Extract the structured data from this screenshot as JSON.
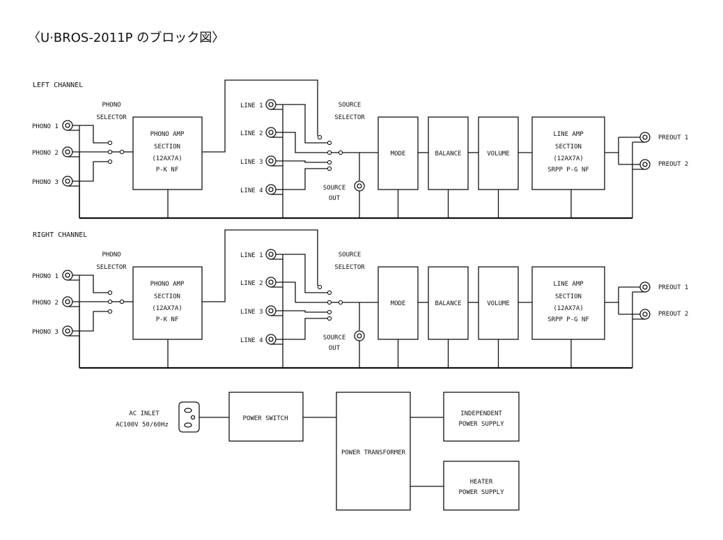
{
  "title": "〈U·BROS-2011P のブロック図〉",
  "left_channel": {
    "label": "LEFT CHANNEL",
    "phono_inputs": [
      "PHONO 1",
      "PHONO 2",
      "PHONO 3"
    ],
    "phono_selector": [
      "PHONO",
      "SELECTOR"
    ],
    "phono_amp": [
      "PHONO AMP",
      "SECTION",
      "(12AX7A)",
      "P-K NF"
    ],
    "line_inputs": [
      "LINE 1",
      "LINE 2",
      "LINE 3",
      "LINE 4"
    ],
    "source_selector": [
      "SOURCE",
      "SELECTOR"
    ],
    "source_out": [
      "SOURCE",
      "OUT"
    ],
    "mode": "MODE",
    "balance": "BALANCE",
    "volume": "VOLUME",
    "line_amp": [
      "LINE AMP",
      "SECTION",
      "(12AX7A)",
      "SRPP P-G NF"
    ],
    "preouts": [
      "PREOUT 1",
      "PREOUT 2"
    ]
  },
  "right_channel": {
    "label": "RIGHT CHANNEL",
    "phono_inputs": [
      "PHONO 1",
      "PHONO 2",
      "PHONO 3"
    ],
    "phono_selector": [
      "PHONO",
      "SELECTOR"
    ],
    "phono_amp": [
      "PHONO AMP",
      "SECTION",
      "(12AX7A)",
      "P-K NF"
    ],
    "line_inputs": [
      "LINE 1",
      "LINE 2",
      "LINE 3",
      "LINE 4"
    ],
    "source_selector": [
      "SOURCE",
      "SELECTOR"
    ],
    "source_out": [
      "SOURCE",
      "OUT"
    ],
    "mode": "MODE",
    "balance": "BALANCE",
    "volume": "VOLUME",
    "line_amp": [
      "LINE AMP",
      "SECTION",
      "(12AX7A)",
      "SRPP P-G NF"
    ],
    "preouts": [
      "PREOUT 1",
      "PREOUT 2"
    ]
  },
  "power": {
    "ac_inlet": [
      "AC INLET",
      "AC100V 50/60Hz"
    ],
    "power_switch": "POWER SWITCH",
    "power_transformer": "POWER TRANSFORMER",
    "independent_supply": [
      "INDEPENDENT",
      "POWER SUPPLY"
    ],
    "heater_supply": [
      "HEATER",
      "POWER SUPPLY"
    ]
  }
}
